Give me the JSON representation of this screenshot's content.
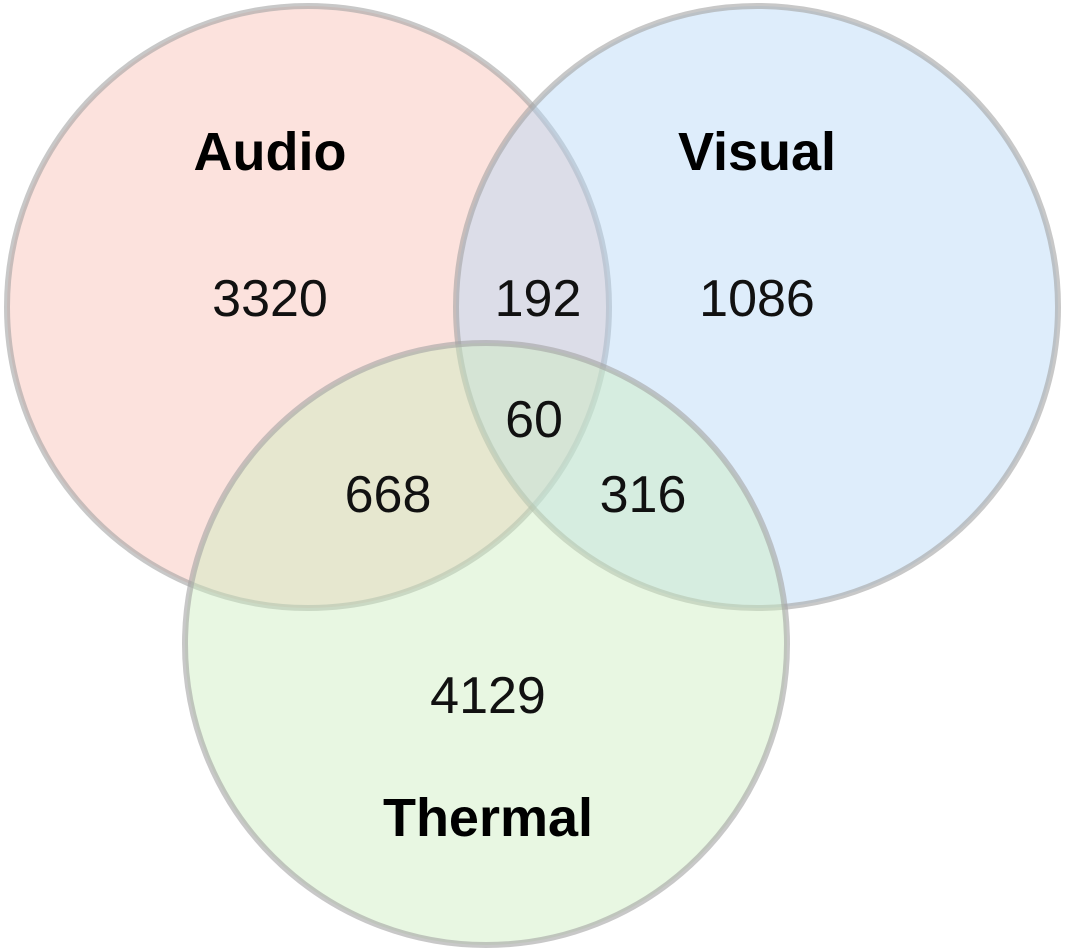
{
  "sets": [
    {
      "key": "audio",
      "label": "Audio",
      "fill": "#F8BFB4",
      "stroke": "#A3A3A3"
    },
    {
      "key": "visual",
      "label": "Visual",
      "fill": "#B6D7F7",
      "stroke": "#A3A3A3"
    },
    {
      "key": "thermal",
      "label": "Thermal",
      "fill": "#CDEDBE",
      "stroke": "#A3A3A3"
    }
  ],
  "regions": {
    "audio_only": "3320",
    "visual_only": "1086",
    "thermal_only": "4129",
    "audio_visual": "192",
    "audio_thermal": "668",
    "visual_thermal": "316",
    "all_three": "60"
  }
}
